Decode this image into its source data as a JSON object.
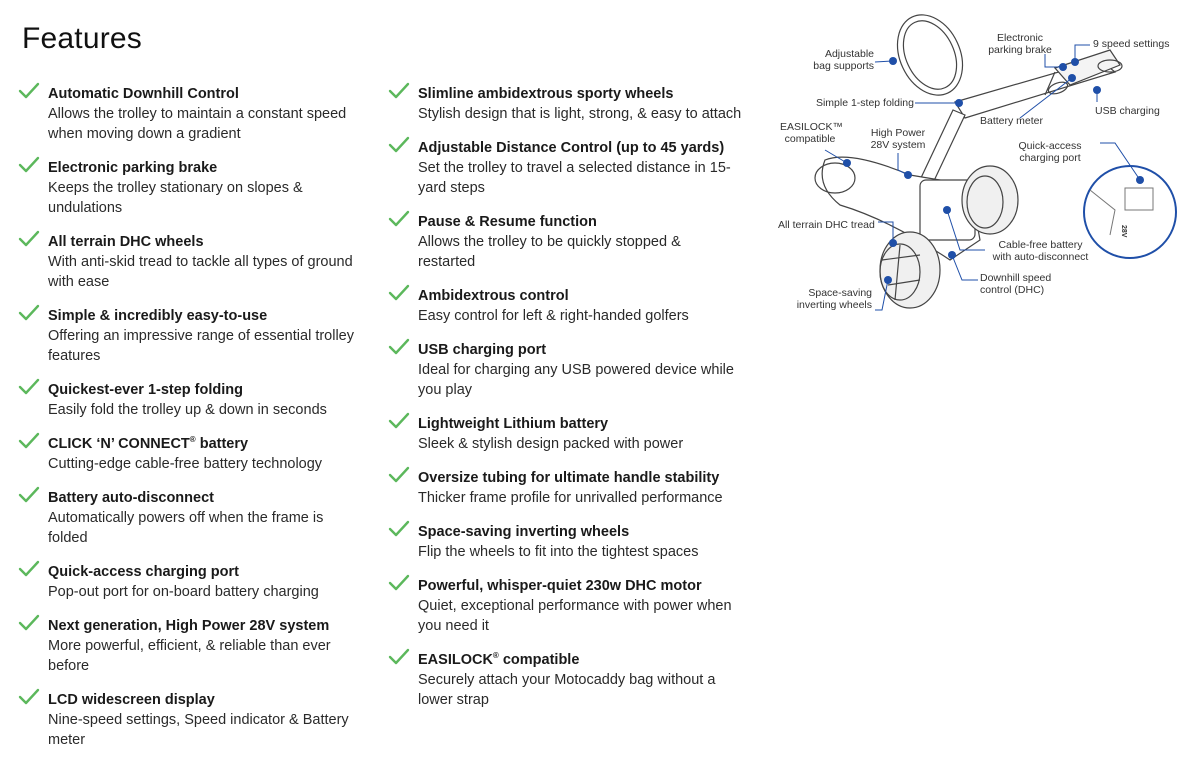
{
  "heading": "Features",
  "colors": {
    "check": "#5cb85c",
    "accent": "#1f4fa8"
  },
  "columns": [
    [
      {
        "title": " Automatic Downhill Control",
        "desc": "Allows the trolley to maintain a constant speed\nwhen moving down a gradient"
      },
      {
        "title": "Electronic parking brake",
        "desc": "Keeps the trolley stationary on slopes &\nundulations"
      },
      {
        "title": "All terrain DHC wheels",
        "desc": "With anti-skid tread to tackle all types of ground\nwith ease"
      },
      {
        "title": "Simple & incredibly easy-to-use",
        "desc": "Offering an impressive range of essential trolley\nfeatures"
      },
      {
        "title": "Quickest-ever 1-step folding",
        "desc": "Easily fold the trolley up & down in seconds"
      },
      {
        "title": "CLICK ‘N’ CONNECT",
        "sup": "®",
        "title_after": " battery",
        "desc": "Cutting-edge cable-free battery technology"
      },
      {
        "title": "Battery auto-disconnect",
        "desc": "Automatically powers off when the frame is\nfolded"
      },
      {
        "title": "Quick-access charging port",
        "desc": "Pop-out port for on-board battery charging"
      },
      {
        "title": "Next generation, High Power 28V system",
        "desc": "More powerful, efficient, & reliable than ever\nbefore"
      },
      {
        "title": "LCD widescreen display",
        "desc": "Nine-speed settings, Speed indicator & Battery\nmeter"
      }
    ],
    [
      {
        "title": "Slimline ambidextrous sporty wheels",
        "desc": "Stylish design that is light, strong, & easy to attach"
      },
      {
        "title": "Adjustable Distance Control (up to 45 yards)",
        "desc": "Set the trolley to travel a selected distance in 15-\nyard steps"
      },
      {
        "title": "Pause & Resume function",
        "desc": "Allows the trolley to be quickly stopped &\nrestarted"
      },
      {
        "title": "Ambidextrous control",
        "desc": "Easy control for left & right-handed golfers"
      },
      {
        "title": "USB charging port",
        "desc": "Ideal for charging any USB powered device while\nyou play"
      },
      {
        "title": "Lightweight Lithium battery",
        "desc": "Sleek & stylish design packed with power"
      },
      {
        "title": "Oversize tubing for ultimate handle stability",
        "desc": "Thicker frame profile for unrivalled performance"
      },
      {
        "title": "Space-saving inverting wheels",
        "desc": "Flip the wheels to fit into the tightest spaces"
      },
      {
        "title": "Powerful, whisper-quiet 230w DHC motor",
        "desc": "Quiet, exceptional performance with power when\nyou need it"
      },
      {
        "title": "EASILOCK",
        "sup": "®",
        "title_after": " compatible",
        "desc": "Securely attach your Motocaddy bag without a\nlower strap"
      }
    ]
  ],
  "diagram_labels": {
    "bag_supports": "Adjustable\nbag supports",
    "parking_brake": "Electronic\nparking brake",
    "speed_settings": "9 speed settings",
    "folding": "Simple 1-step folding",
    "battery_meter": "Battery meter",
    "usb": "USB charging",
    "easilock": "EASILOCK™\ncompatible",
    "high_power": "High Power\n28V system",
    "charging_port": "Quick-access\ncharging port",
    "tread": "All terrain DHC tread",
    "battery": "Cable-free battery\nwith auto-disconnect",
    "dhc": "Downhill speed\ncontrol (DHC)",
    "inverting": "Space-saving\ninverting wheels",
    "port_marking": "28V"
  }
}
